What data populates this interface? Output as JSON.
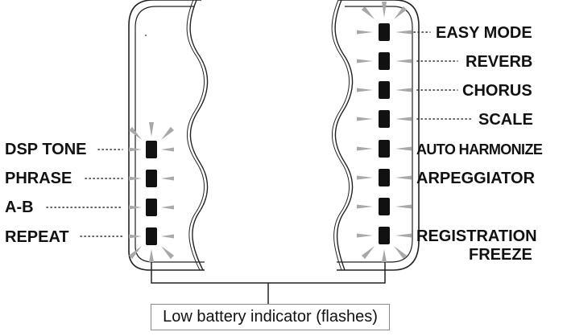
{
  "left_labels": [
    {
      "id": "dsp-tone",
      "text": "DSP TONE"
    },
    {
      "id": "phrase",
      "text": "PHRASE"
    },
    {
      "id": "a-b",
      "text": "A-B"
    },
    {
      "id": "repeat",
      "text": "REPEAT"
    }
  ],
  "right_labels": [
    {
      "id": "easy-mode",
      "text": "EASY MODE"
    },
    {
      "id": "reverb",
      "text": "REVERB"
    },
    {
      "id": "chorus",
      "text": "CHORUS"
    },
    {
      "id": "scale",
      "text": "SCALE"
    },
    {
      "id": "auto-harmonize",
      "text": "AUTO HARMONIZE"
    },
    {
      "id": "arpeggiator",
      "text": "ARPEGGIATOR"
    },
    {
      "id": "registration-line1",
      "text": "REGISTRATION"
    },
    {
      "id": "registration-line2",
      "text": "FREEZE"
    }
  ],
  "caption": "Low battery indicator (flashes)",
  "colors": {
    "outline": "#222222",
    "indicator": "#111111",
    "ray": "#a8a8a8",
    "leader": "#333333"
  }
}
